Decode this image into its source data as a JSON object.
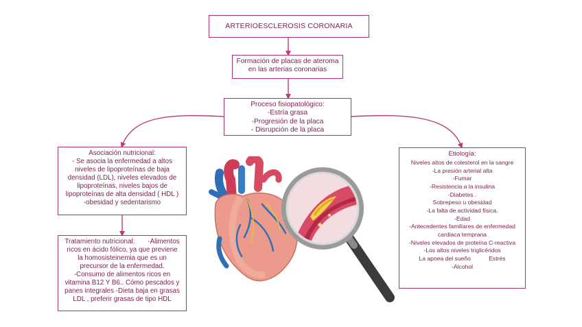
{
  "title": "ARTERIOESCLEROSIS CORONARIA",
  "formation": {
    "lines": [
      "Formación de placas de ateroma",
      "en las arterias coronarias"
    ]
  },
  "process": {
    "lines": [
      "Proceso fisiopatológico:",
      "-Estría grasa",
      "-Progresión de la placa",
      "- Disrupción de la placa"
    ]
  },
  "association": {
    "lines": [
      "Asociación nutricional:",
      "- Se asocia la enfermedad a altos",
      "niveles de lipoproteínas de baja",
      "densidad (LDL), niveles elevados de",
      "lipoproteínas, niveles bajos de",
      "lipoproteínas de alta densidad ( HDL )",
      "-obesidad y sedentarismo"
    ]
  },
  "treatment": {
    "lines": [
      "Tratamiento nutricional:       -Alimentos",
      "ricos en ácido fólico, ya que previene",
      "la homosisteinemia que es un",
      "precursor de la enfermedad.",
      "-Consumo de alimentos ricos en",
      "vitamina B12 Y B6.. Cómo pescados y",
      "panes integrales -Dieta baja en grasas",
      "LDL , preferir grasas de tipo HDL"
    ]
  },
  "etiology": {
    "lines": [
      "Etiología:",
      "Niveles altos de colesterol en la sangre",
      "-La presión arterial alta",
      "-Fumar",
      "-Resistencia a la insulina",
      "-Diabetes .",
      "Sobrepeso u obesidad",
      "-La falta de actividad física.",
      "-Edad",
      "-Antecedentes familiares de enfermedad",
      "cardiaca temprana",
      "-Niveles elevados de proteína  C-reactiva",
      "-Los altos niveles  triglicéridos",
      "La apnea del sueño           Estrés",
      "-Alcohol"
    ]
  },
  "colors": {
    "border": "#b0316f",
    "text": "#7a1f4f",
    "connector": "#c0397a"
  },
  "illustration": {
    "heart_icon": "heart-icon",
    "magnifier_icon": "magnifying-glass-icon"
  }
}
